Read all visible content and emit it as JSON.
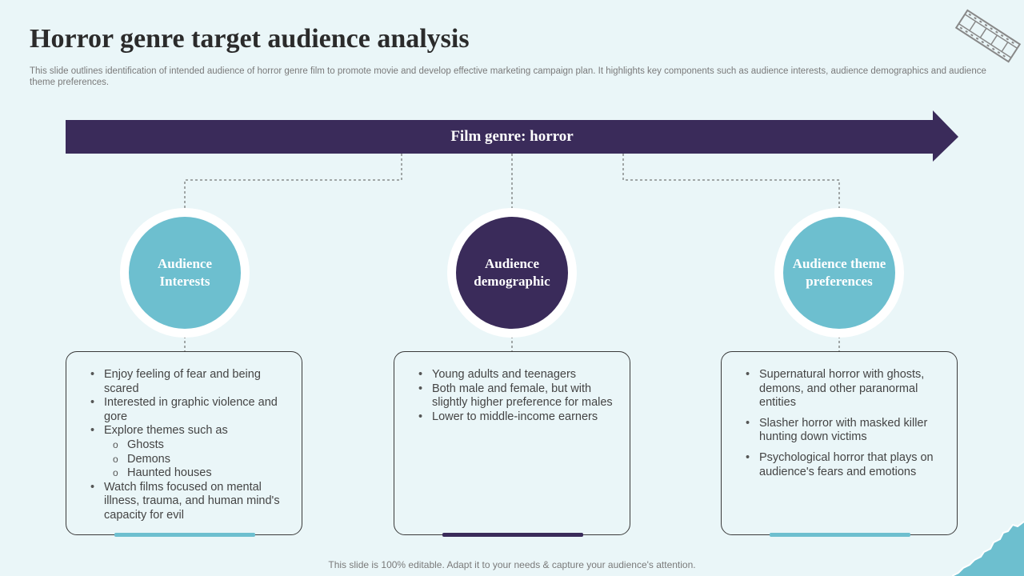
{
  "header": {
    "title": "Horror genre target audience analysis",
    "subtitle": "This slide outlines identification of intended audience of horror genre film to promote movie and develop effective marketing campaign plan. It highlights key components such as audience interests, audience demographics and audience theme preferences."
  },
  "arrow": {
    "label": "Film genre: horror"
  },
  "colors": {
    "navy": "#3a2b5a",
    "teal": "#6dbfcf",
    "background": "#eaf6f8"
  },
  "columns": [
    {
      "heading": "Audience Interests",
      "color": "teal",
      "points": [
        {
          "text": "Enjoy feeling of fear and being scared"
        },
        {
          "text": "Interested in graphic violence and gore"
        },
        {
          "text": "Explore themes such as",
          "sub": [
            "Ghosts",
            "Demons",
            "Haunted houses"
          ]
        },
        {
          "text": "Watch films focused on mental illness, trauma, and human mind's capacity for evil"
        }
      ]
    },
    {
      "heading": "Audience demographic",
      "color": "navy",
      "points": [
        {
          "text": "Young adults and teenagers"
        },
        {
          "text": "Both male and female, but with slightly higher preference for males"
        },
        {
          "text": "Lower to middle-income earners"
        }
      ]
    },
    {
      "heading": "Audience theme preferences",
      "color": "teal",
      "points": [
        {
          "text": "Supernatural horror with ghosts, demons, and other paranormal entities"
        },
        {
          "text": "Slasher horror with masked killer hunting down victims"
        },
        {
          "text": "Psychological horror that plays on audience's fears and emotions"
        }
      ]
    }
  ],
  "footer": {
    "text": "This slide is 100% editable. Adapt it to your needs & capture your audience's attention."
  },
  "icons": {
    "film": "film-strip-icon",
    "corner": "torn-paper-corner"
  }
}
